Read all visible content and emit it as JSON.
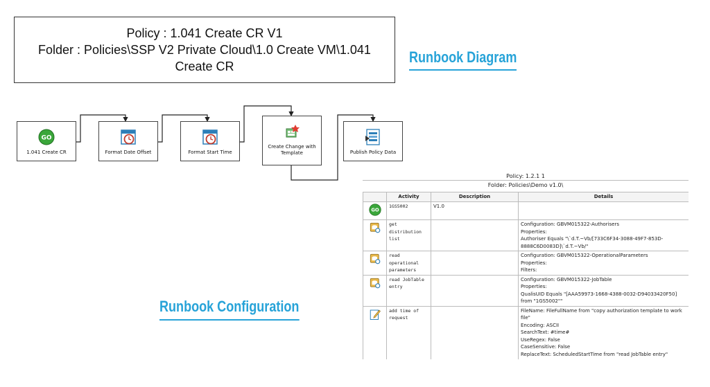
{
  "policy_header": {
    "line1": "Policy : 1.041 Create CR V1",
    "line2": "Folder : Policies\\SSP V2 Private Cloud\\1.0 Create VM\\1.041",
    "line3": "Create CR"
  },
  "headings": {
    "diagram": "Runbook Diagram",
    "configuration": "Runbook Configuration"
  },
  "colors": {
    "heading_accent": "#27a3d8"
  },
  "workflow": [
    {
      "label": "1.041 Create CR",
      "icon": "go-icon"
    },
    {
      "label": "Format Date Offset",
      "icon": "clock-calendar-icon"
    },
    {
      "label": "Format Start Time",
      "icon": "clock-calendar-icon"
    },
    {
      "label": "Create Change with Template",
      "icon": "create-change-icon"
    },
    {
      "label": "Publish Policy Data",
      "icon": "publish-data-icon"
    }
  ],
  "config_table": {
    "policy": "Policy: 1.2.1 1",
    "folder": "Folder: Policies\\Demo v1.0\\",
    "columns": [
      "Activity",
      "Description",
      "Details"
    ],
    "rows": [
      {
        "icon": "go-icon",
        "activity": "1GS5002",
        "description": "V1.0",
        "details": []
      },
      {
        "icon": "query-data-icon",
        "activity": "get distribution list",
        "description": "",
        "details": [
          "Configuration: GBVM015322-Authorisers",
          "Properties:",
          "Authoriser Equals \"\\`d.T.~Vb/[733C6F34-3088-49F7-853D-",
          "8888C6D0083D]\\`d.T.~Vb/\""
        ]
      },
      {
        "icon": "query-data-icon",
        "activity": "read operational parameters",
        "description": "",
        "details": [
          "Configuration: GBVM015322-OperationalParameters",
          "Properties:",
          "Filters:"
        ]
      },
      {
        "icon": "query-data-icon",
        "activity": "read JobTable entry",
        "description": "",
        "details": [
          "Configuration: GBVM015322-JobTable",
          "Properties:",
          "QualisUID Equals \"[AAA59973-1668-4388-0032-D94033420F50]",
          "from \"1GS5002\"\""
        ]
      },
      {
        "icon": "edit-file-icon",
        "activity": "add time of request",
        "description": "",
        "details": [
          "FileName: FileFullName from \"copy authorization template to work",
          "file\"",
          "Encoding: ASCII",
          "SearchText: #time#",
          "UseRegex: False",
          "CaseSensitive: False",
          "ReplaceText: ScheduledStartTime from \"read JobTable entry\""
        ]
      }
    ]
  }
}
